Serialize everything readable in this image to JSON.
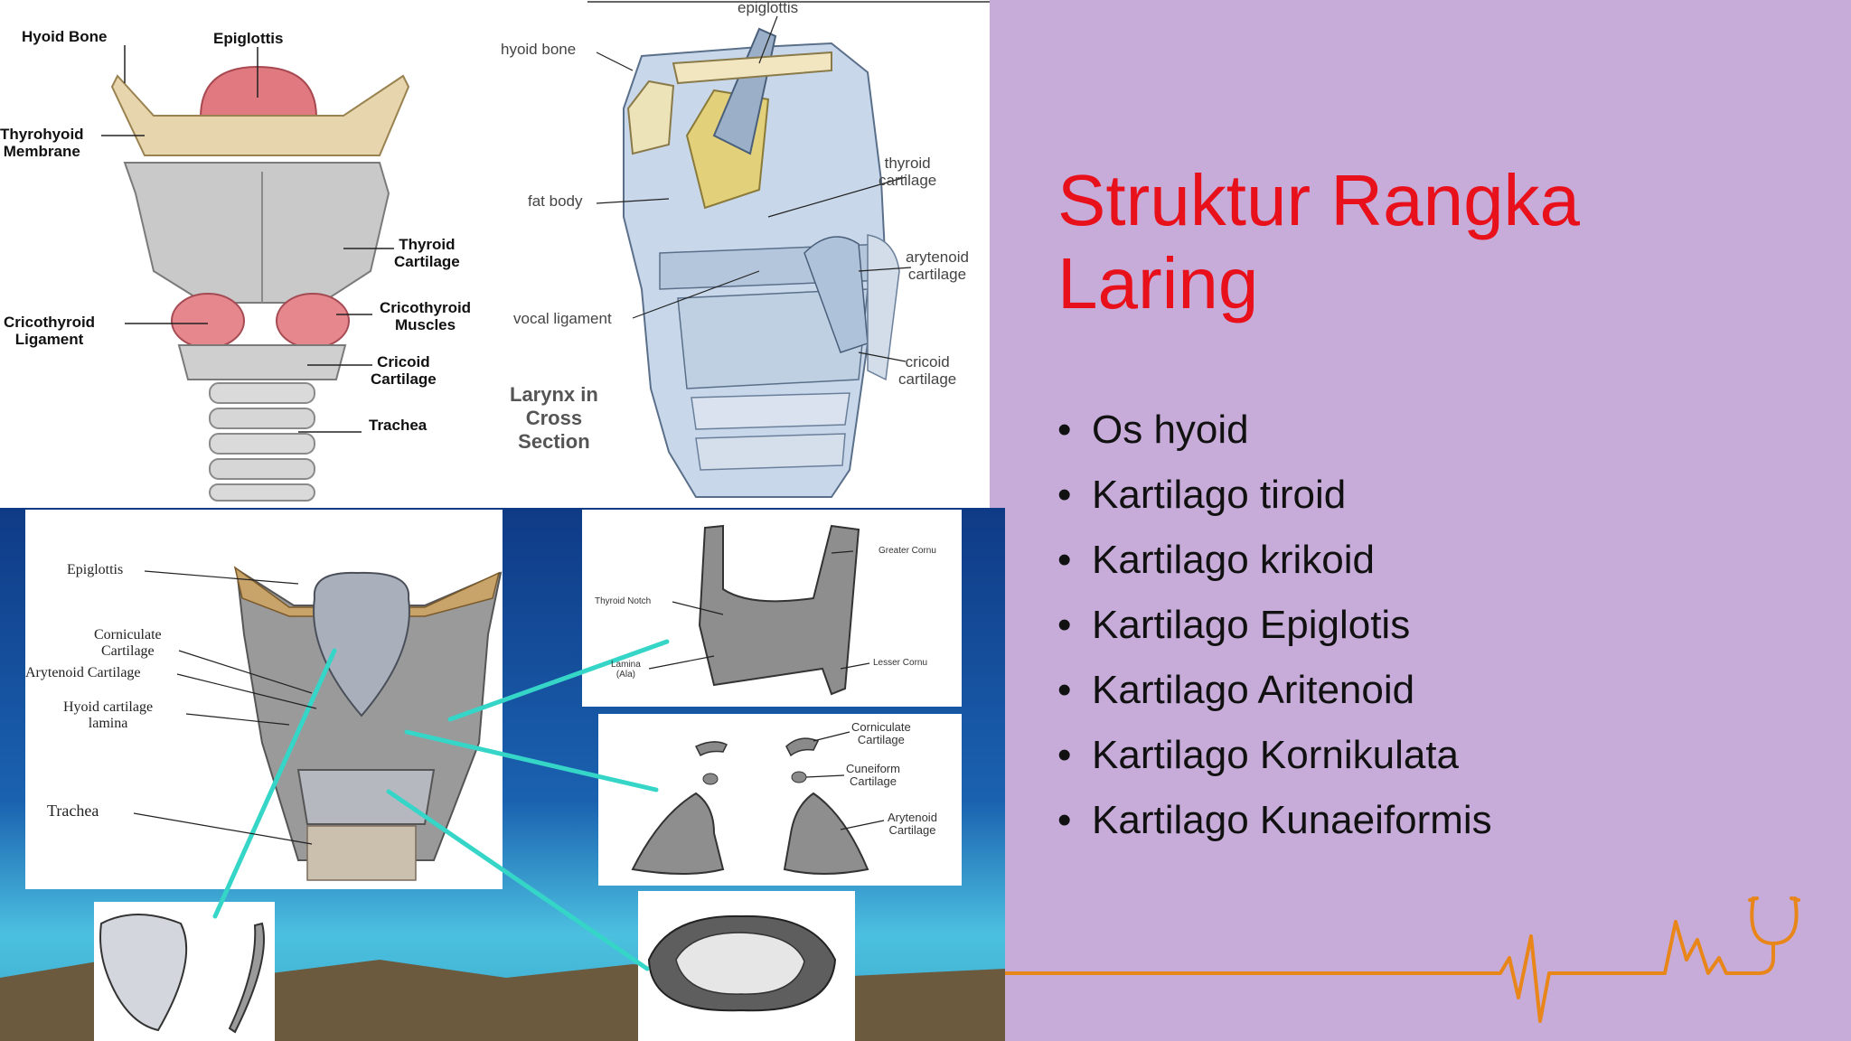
{
  "slide": {
    "title": "Struktur Rangka Laring",
    "bullets": [
      "Os hyoid",
      "Kartilago tiroid",
      "Kartilago krikoid",
      "Kartilago Epiglotis",
      "Kartilago Aritenoid",
      "Kartilago Kornikulata",
      "Kartilago Kunaeiformis"
    ]
  },
  "diagram1": {
    "labels": {
      "hyoid_bone": "Hyoid Bone",
      "epiglottis": "Epiglottis",
      "thyrohyoid": [
        "Thyrohyoid",
        "Membrane"
      ],
      "thyroid_cartilage": [
        "Thyroid",
        "Cartilage"
      ],
      "cricothyroid_muscles": [
        "Cricothyroid",
        "Muscles"
      ],
      "cricothyroid_ligament": [
        "Cricothyroid",
        "Ligament"
      ],
      "cricoid_cartilage": [
        "Cricoid",
        "Cartilage"
      ],
      "trachea": "Trachea"
    }
  },
  "diagram2": {
    "labels": {
      "epiglottis": "epiglottis",
      "hyoid_bone": "hyoid bone",
      "fat_body": "fat body",
      "vocal_ligament": "vocal ligament",
      "thyroid_cartilage": [
        "thyroid",
        "cartilage"
      ],
      "arytenoid_cartilage": [
        "arytenoid",
        "cartilage"
      ],
      "cricoid_cartilage": [
        "cricoid",
        "cartilage"
      ],
      "caption": [
        "Larynx in",
        "Cross",
        "Section"
      ]
    }
  },
  "diagram3": {
    "labels": {
      "epiglottis": "Epiglottis",
      "corniculate": [
        "Corniculate",
        "Cartilage"
      ],
      "arytenoid": "Arytenoid Cartilage",
      "hyoid_lamina": [
        "Hyoid cartilage",
        "lamina"
      ],
      "trachea": "Trachea",
      "greater_cornu": "Greater Cornu",
      "thyroid_notch": "Thyroid Notch",
      "lamina_ala": [
        "Lamina",
        "(Ala)"
      ],
      "lesser_cornu": "Lesser Cornu",
      "corniculate_small": [
        "Corniculate",
        "Cartilage"
      ],
      "cuneiform_small": [
        "Cuneiform",
        "Cartilage"
      ],
      "arytenoid_small": [
        "Arytenoid",
        "Cartilage"
      ]
    }
  },
  "colors": {
    "background": "#c7acd9",
    "title": "#e8101b",
    "ecg_line": "#e8861a",
    "pointer": "#35d6c8"
  },
  "icons": [
    "stethoscope-icon",
    "ecg-line"
  ]
}
